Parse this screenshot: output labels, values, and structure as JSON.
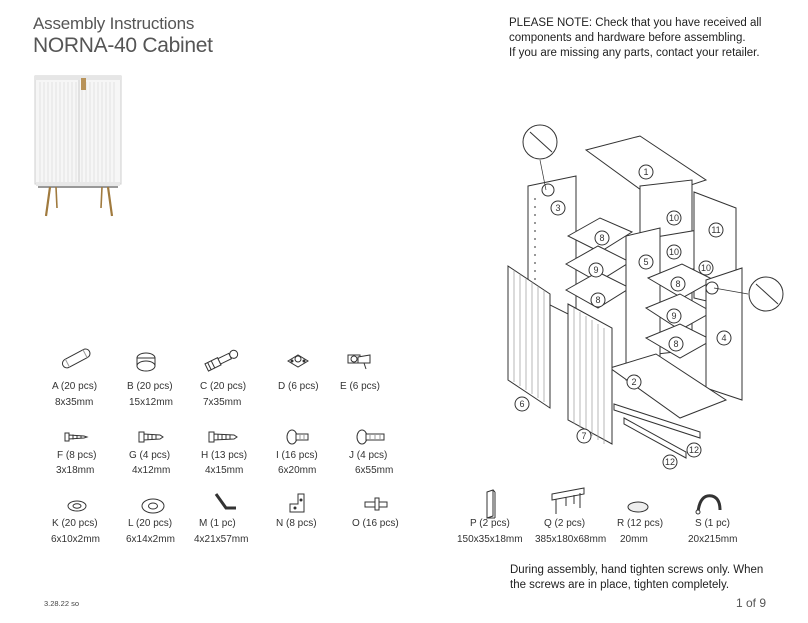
{
  "header": {
    "title_line1": "Assembly Instructions",
    "title_line2": "NORNA-40 Cabinet"
  },
  "note": {
    "line1": "PLEASE NOTE: Check that you have received all",
    "line2": "components and hardware before assembling.",
    "line3": "If you are missing any parts, contact your retailer."
  },
  "hardware": [
    {
      "id": "A",
      "name": "A (20 pcs)",
      "size": "8x35mm",
      "icon": "dowel-icon"
    },
    {
      "id": "B",
      "name": "B (20 pcs)",
      "size": "15x12mm",
      "icon": "cam-lock-icon"
    },
    {
      "id": "C",
      "name": "C (20 pcs)",
      "size": "7x35mm",
      "icon": "cam-bolt-icon"
    },
    {
      "id": "D",
      "name": "D (6 pcs)",
      "size": "",
      "icon": "hinge-plate-icon"
    },
    {
      "id": "E",
      "name": "E (6 pcs)",
      "size": "",
      "icon": "hinge-icon"
    },
    {
      "id": "F",
      "name": "F (8 pcs)",
      "size": "3x18mm",
      "icon": "screw-icon"
    },
    {
      "id": "G",
      "name": "G (4 pcs)",
      "size": "4x12mm",
      "icon": "screw-icon"
    },
    {
      "id": "H",
      "name": "H (13 pcs)",
      "size": "4x15mm",
      "icon": "screw-icon"
    },
    {
      "id": "I",
      "name": "I (16 pcs)",
      "size": "6x20mm",
      "icon": "bolt-icon"
    },
    {
      "id": "J",
      "name": "J (4 pcs)",
      "size": "6x55mm",
      "icon": "bolt-icon"
    },
    {
      "id": "K",
      "name": "K (20 pcs)",
      "size": "6x10x2mm",
      "icon": "washer-icon"
    },
    {
      "id": "L",
      "name": "L (20 pcs)",
      "size": "6x14x2mm",
      "icon": "washer-icon"
    },
    {
      "id": "M",
      "name": "M (1 pc)",
      "size": "4x21x57mm",
      "icon": "allen-key-icon"
    },
    {
      "id": "N",
      "name": "N (8 pcs)",
      "size": "",
      "icon": "shelf-bracket-icon"
    },
    {
      "id": "O",
      "name": "O (16 pcs)",
      "size": "",
      "icon": "shelf-pin-icon"
    },
    {
      "id": "P",
      "name": "P (2 pcs)",
      "size": "150x35x18mm",
      "icon": "block-icon"
    },
    {
      "id": "Q",
      "name": "Q (2 pcs)",
      "size": "385x180x68mm",
      "icon": "leg-frame-icon"
    },
    {
      "id": "R",
      "name": "R (12 pcs)",
      "size": "20mm",
      "icon": "felt-pad-icon"
    },
    {
      "id": "S",
      "name": "S (1 pc)",
      "size": "20x215mm",
      "icon": "anti-tip-strap-icon"
    }
  ],
  "diagram_labels": [
    "1",
    "3",
    "10",
    "11",
    "8",
    "9",
    "5",
    "10",
    "10",
    "8",
    "8",
    "9",
    "4",
    "8",
    "2",
    "6",
    "7",
    "12",
    "12"
  ],
  "footer": {
    "line1": "During assembly, hand tighten screws only. When",
    "line2": "the screws are in place, tighten completely.",
    "date": "3.28.22 so",
    "page": "1 of 9"
  }
}
